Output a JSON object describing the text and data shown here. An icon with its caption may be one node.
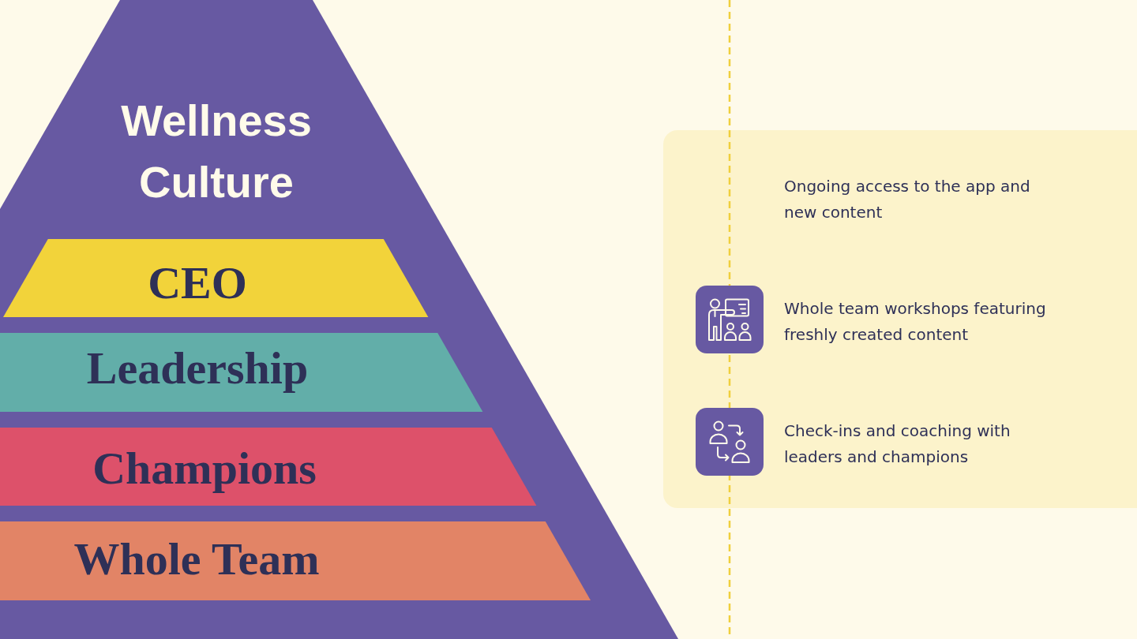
{
  "diagram": {
    "nodes": [
      {
        "text": [
          "Wellness Culture"
        ]
      },
      {
        "text": [
          "CEO"
        ],
        "in": 0
      },
      {
        "text": [
          "Leadership"
        ],
        "in": 0
      },
      {
        "text": [
          "Champions"
        ],
        "in": 0
      },
      {
        "text": [
          "Whole Team"
        ],
        "in": 0
      },
      {
        "text": [
          "Ongoing access to the app and new content",
          "Whole team workshops featuring freshly created content",
          "Check-ins and coaching with leaders and champions"
        ]
      }
    ]
  }
}
